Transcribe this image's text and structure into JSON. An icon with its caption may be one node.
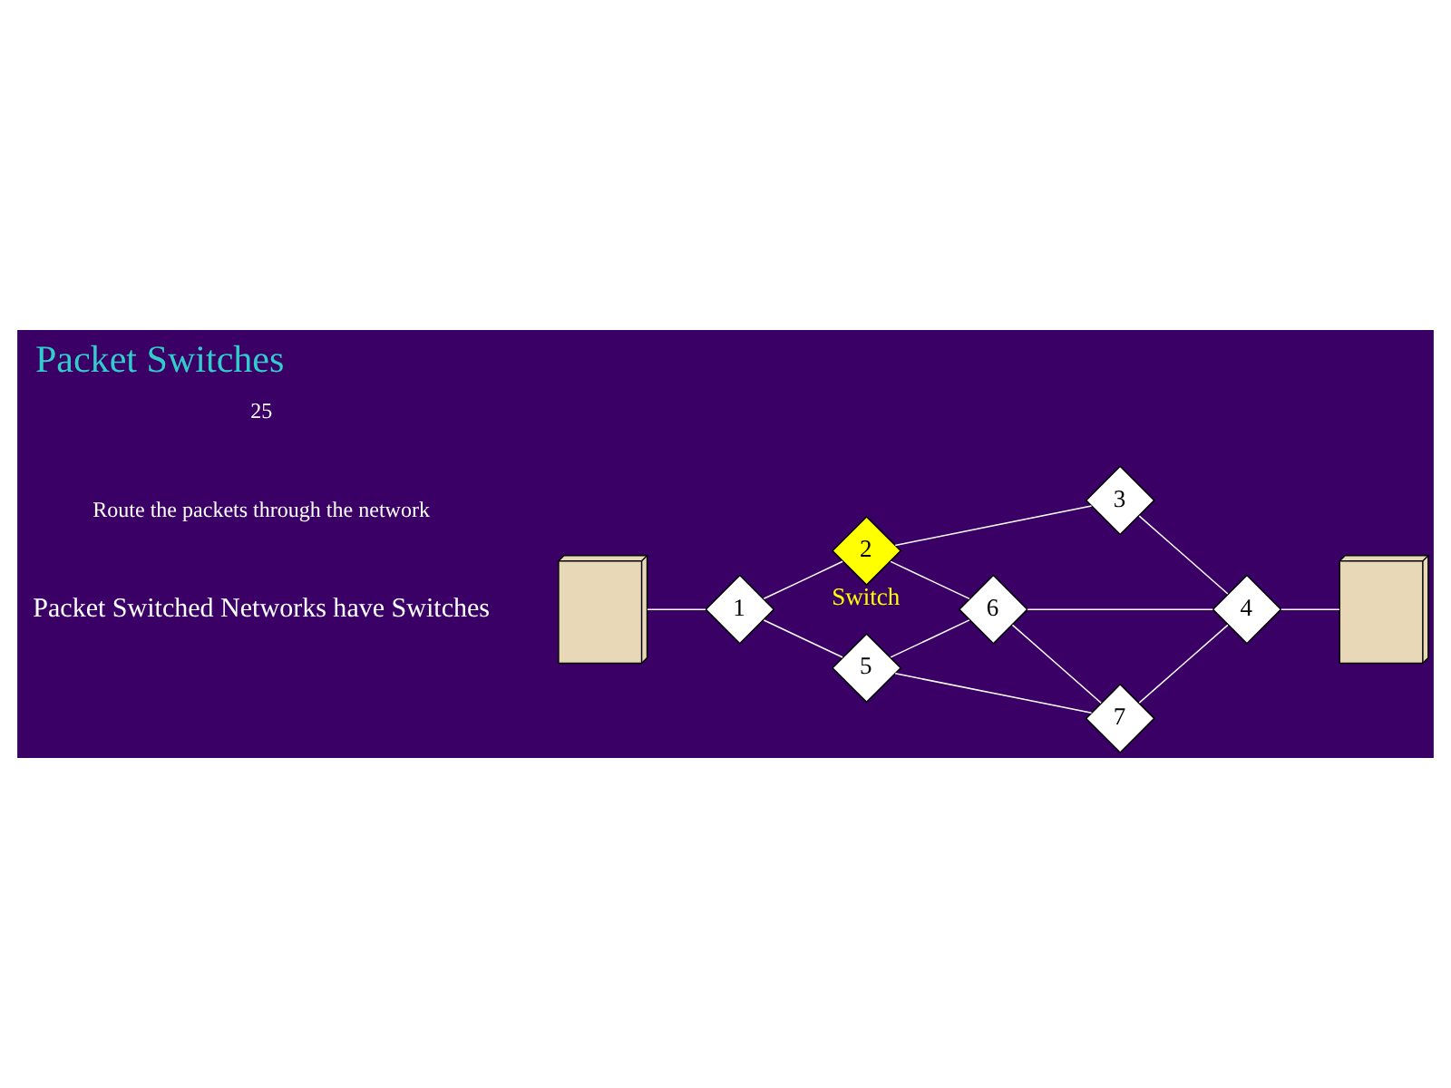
{
  "diagram": {
    "title": "Packet Switches",
    "nodes": [
      {
        "text": [],
        "shape": "picture"
      },
      {
        "text": [
          "1"
        ]
      },
      {
        "text": [
          "2"
        ],
        "beside": [
          "Switch"
        ]
      },
      {
        "text": [
          "3"
        ]
      },
      {
        "text": [
          "4"
        ]
      },
      {
        "text": [
          "5"
        ]
      },
      {
        "text": [
          "6"
        ]
      },
      {
        "text": [
          "7"
        ]
      },
      {
        "text": [],
        "shape": "picture"
      }
    ],
    "edges": [
      {
        "from": 0,
        "to": 1,
        "arrow": "none"
      },
      {
        "from": 1,
        "to": 2,
        "arrow": "none"
      },
      {
        "from": 1,
        "to": 5,
        "arrow": "none"
      },
      {
        "from": 2,
        "to": 3,
        "arrow": "none"
      },
      {
        "from": 2,
        "to": 6,
        "arrow": "none"
      },
      {
        "from": 3,
        "to": 4,
        "arrow": "none"
      },
      {
        "from": 5,
        "to": 6,
        "arrow": "none"
      },
      {
        "from": 5,
        "to": 7,
        "arrow": "none"
      },
      {
        "from": 6,
        "to": 4,
        "arrow": "none"
      },
      {
        "from": 6,
        "to": 7,
        "arrow": "none"
      },
      {
        "from": 7,
        "to": 4,
        "arrow": "none"
      },
      {
        "from": 4,
        "to": 8,
        "arrow": "none"
      }
    ],
    "labels": [
      "Packet Switched Networks have Switches",
      "Route the packets through the network",
      "25"
    ]
  }
}
